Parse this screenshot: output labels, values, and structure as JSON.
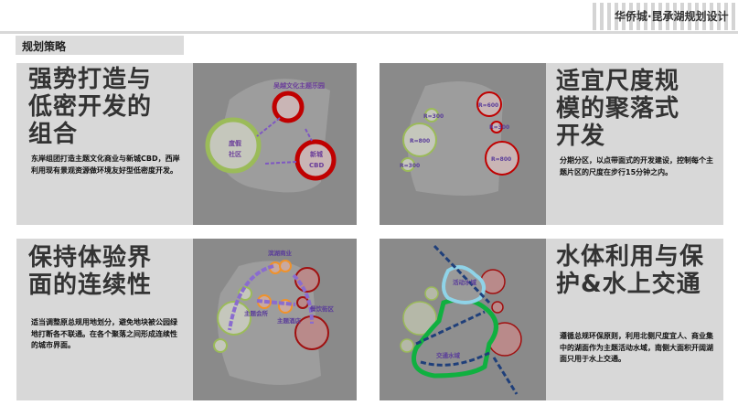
{
  "header": {
    "title": "华侨城·昆承湖规划设计"
  },
  "section": {
    "label": "规划策略"
  },
  "panels": [
    {
      "title": "强势打造与低密开发的组合",
      "body": "东岸组团打造主题文化商业与新城CBD，西岸利用现有景观资源做环境友好型低密度开发。",
      "map_labels": [
        "吴越文化主题乐园",
        "度假",
        "社区",
        "新城",
        "CBD"
      ]
    },
    {
      "title": "适宜尺度规模的聚落式开发",
      "body": "分期分区，以点带面式的开发建设，控制每个主题片区的尺度在步行15分钟之内。",
      "map_labels": [
        "R=600",
        "R=300",
        "R=300",
        "R=800",
        "R=800",
        "R=300"
      ]
    },
    {
      "title": "保持体验界面的连续性",
      "body": "适当调整原总规用地划分，避免地块被公园绿地打断各不联通。在各个聚落之间形成连续性的城市界面。",
      "map_labels": [
        "滨湖商业",
        "主题会所",
        "主题酒店",
        "餐饮街区"
      ]
    },
    {
      "title": "水体利用与保护&水上交通",
      "body": "遵循总规环保原则，利用北侧尺度宜人、商业集中的湖面作为主题活动水域，南侧大面积开阔湖面只用于水上交通。",
      "map_labels": [
        "活动水域",
        "交通水域"
      ]
    }
  ],
  "colors": {
    "red": "#c00000",
    "green": "#9bbb59",
    "purple": "#7e57c2",
    "orange": "#f0922b",
    "cyan": "#8fd3e8",
    "navy": "#1f3f7a",
    "water_green": "#10b040"
  }
}
